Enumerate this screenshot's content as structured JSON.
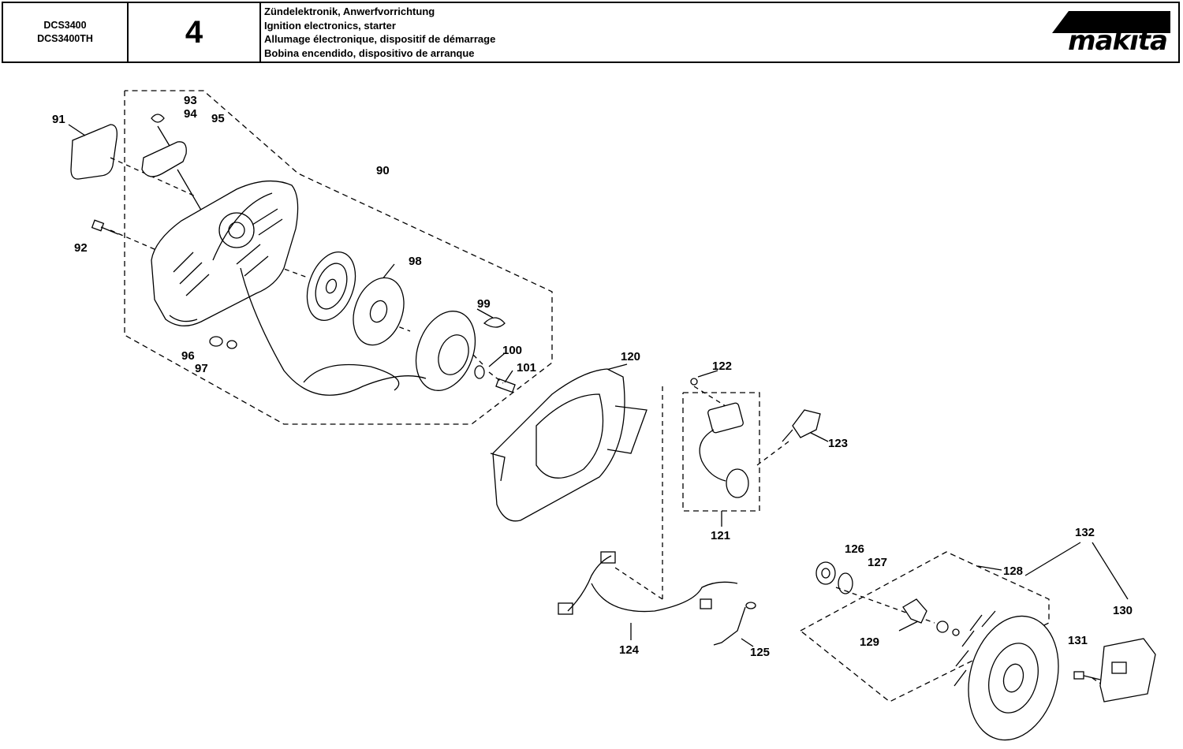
{
  "header": {
    "models": [
      "DCS3400",
      "DCS3400TH"
    ],
    "page_number": "4",
    "titles": [
      "Zündelektronik, Anwerfvorrichtung",
      "Ignition electronics, starter",
      "Allumage électronique, dispositif de démarrage",
      "Bobina encendido, dispositivo de arranque"
    ],
    "logo_text": "makita"
  },
  "part_labels": {
    "p90": "90",
    "p91": "91",
    "p92": "92",
    "p93": "93",
    "p94": "94",
    "p95": "95",
    "p96": "96",
    "p97": "97",
    "p98": "98",
    "p99": "99",
    "p100": "100",
    "p101": "101",
    "p120": "120",
    "p121": "121",
    "p122": "122",
    "p123": "123",
    "p124": "124",
    "p125": "125",
    "p126": "126",
    "p127": "127",
    "p128": "128",
    "p129": "129",
    "p130": "130",
    "p131": "131",
    "p132": "132"
  },
  "colors": {
    "ink": "#000000",
    "paper": "#ffffff"
  }
}
